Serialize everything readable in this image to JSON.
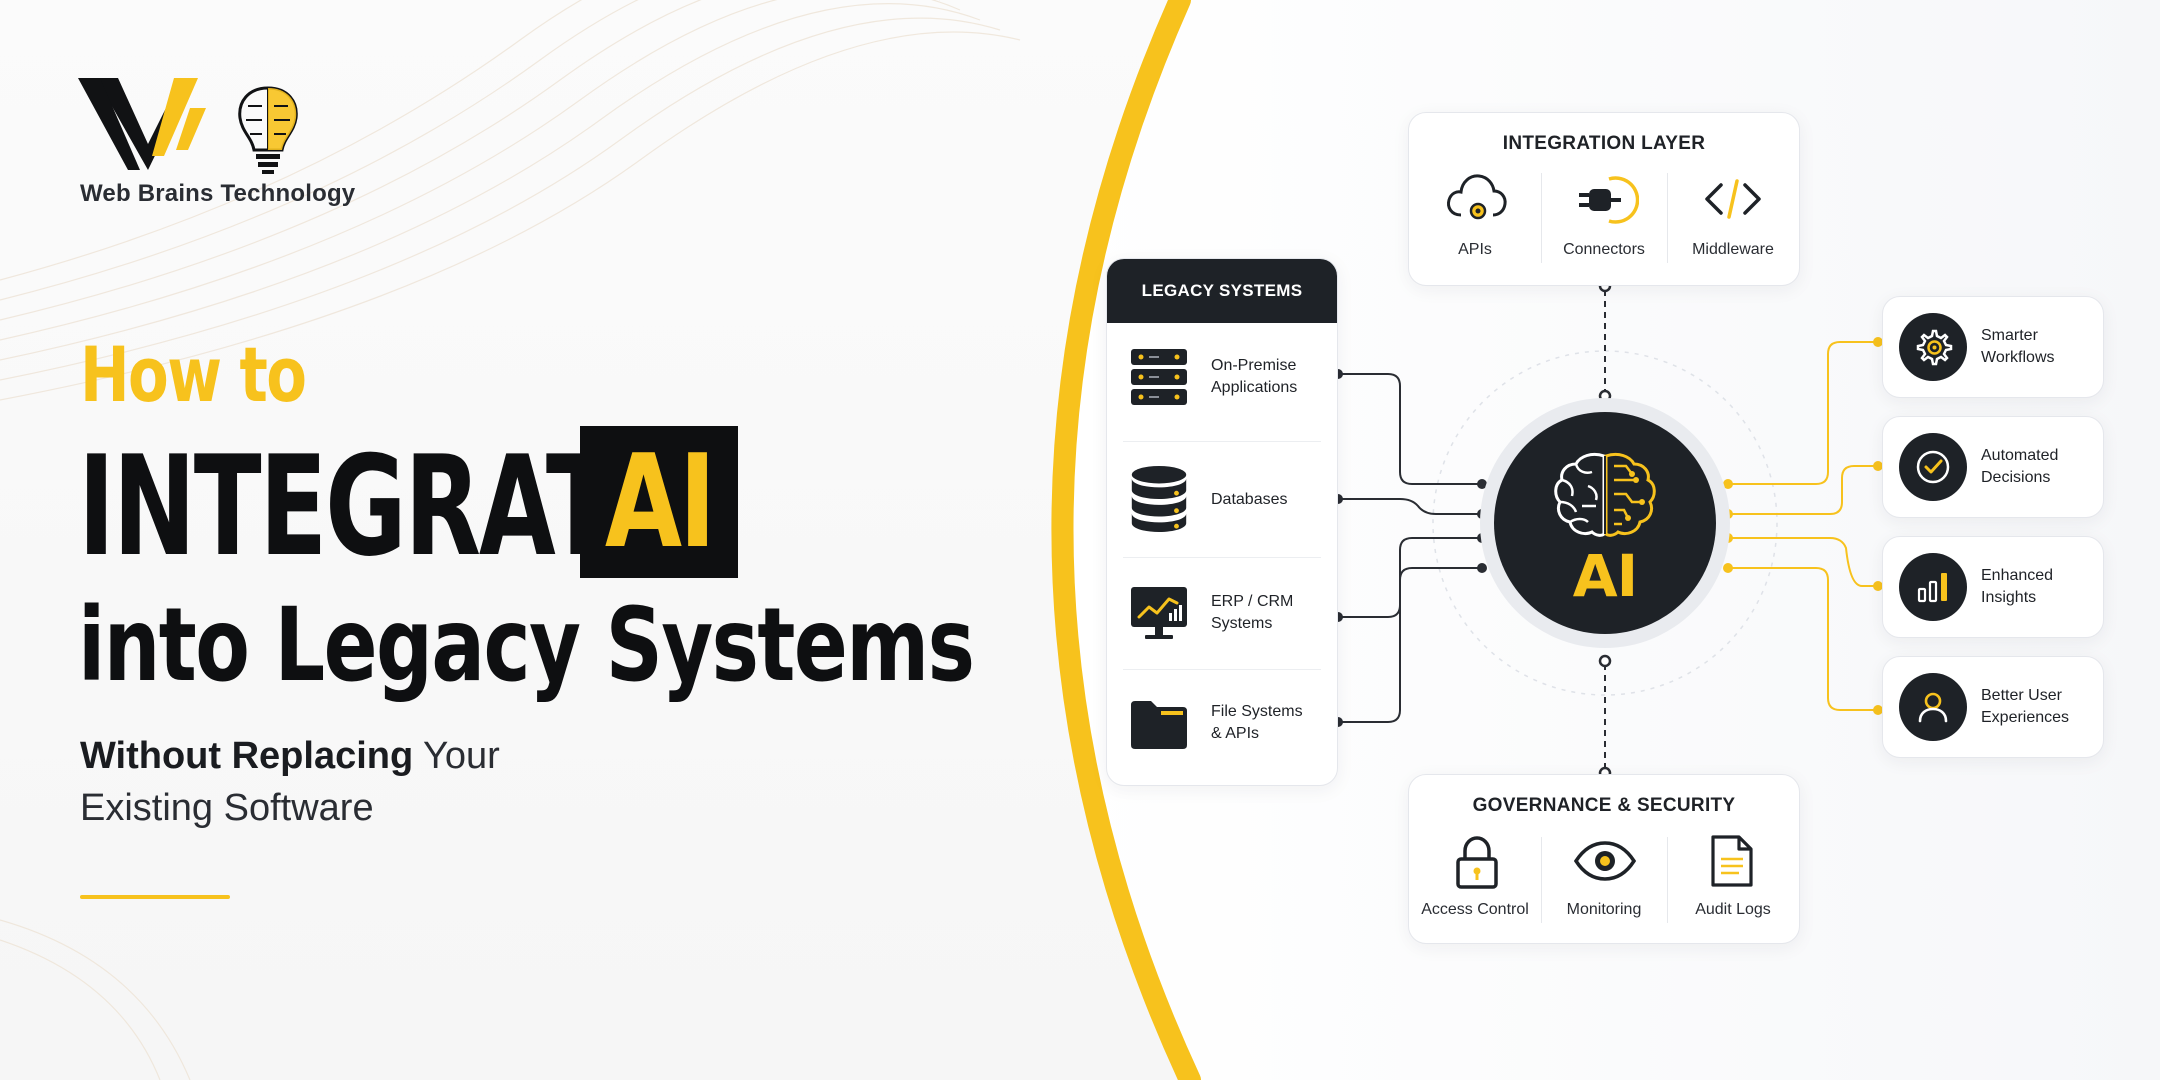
{
  "brand": {
    "name": "Web Brains Technology"
  },
  "headline": {
    "line1": "How to",
    "line2": "INTEGRATE",
    "highlight": "AI",
    "line3": "into Legacy Systems"
  },
  "subtitle": {
    "bold": "Without Replacing",
    "rest1": " Your",
    "rest2": "Existing Software"
  },
  "integration_layer": {
    "title": "INTEGRATION LAYER",
    "items": [
      {
        "label": "APIs",
        "icon": "cloud-gear-icon"
      },
      {
        "label": "Connectors",
        "icon": "plug-icon"
      },
      {
        "label": "Middleware",
        "icon": "code-icon"
      }
    ]
  },
  "legacy_systems": {
    "title": "LEGACY SYSTEMS",
    "items": [
      {
        "line1": "On-Premise",
        "line2": "Applications",
        "icon": "server-icon"
      },
      {
        "line1": "Databases",
        "line2": "",
        "icon": "database-icon"
      },
      {
        "line1": "ERP / CRM",
        "line2": "Systems",
        "icon": "monitor-chart-icon"
      },
      {
        "line1": "File Systems",
        "line2": "& APIs",
        "icon": "folder-icon"
      }
    ]
  },
  "hub": {
    "label": "AI",
    "icon": "brain-icon"
  },
  "outcomes": [
    {
      "line1": "Smarter",
      "line2": "Workflows",
      "icon": "gear-icon"
    },
    {
      "line1": "Automated",
      "line2": "Decisions",
      "icon": "check-circle-icon"
    },
    {
      "line1": "Enhanced",
      "line2": "Insights",
      "icon": "bar-chart-icon"
    },
    {
      "line1": "Better User",
      "line2": "Experiences",
      "icon": "user-icon"
    }
  ],
  "governance": {
    "title": "GOVERNANCE & SECURITY",
    "items": [
      {
        "label": "Access Control",
        "icon": "lock-icon"
      },
      {
        "label": "Monitoring",
        "icon": "eye-icon"
      },
      {
        "label": "Audit Logs",
        "icon": "document-icon"
      }
    ]
  },
  "colors": {
    "accent": "#f7c21d",
    "dark": "#1e2227",
    "text": "#1f2227",
    "border": "#e5e7ec"
  }
}
